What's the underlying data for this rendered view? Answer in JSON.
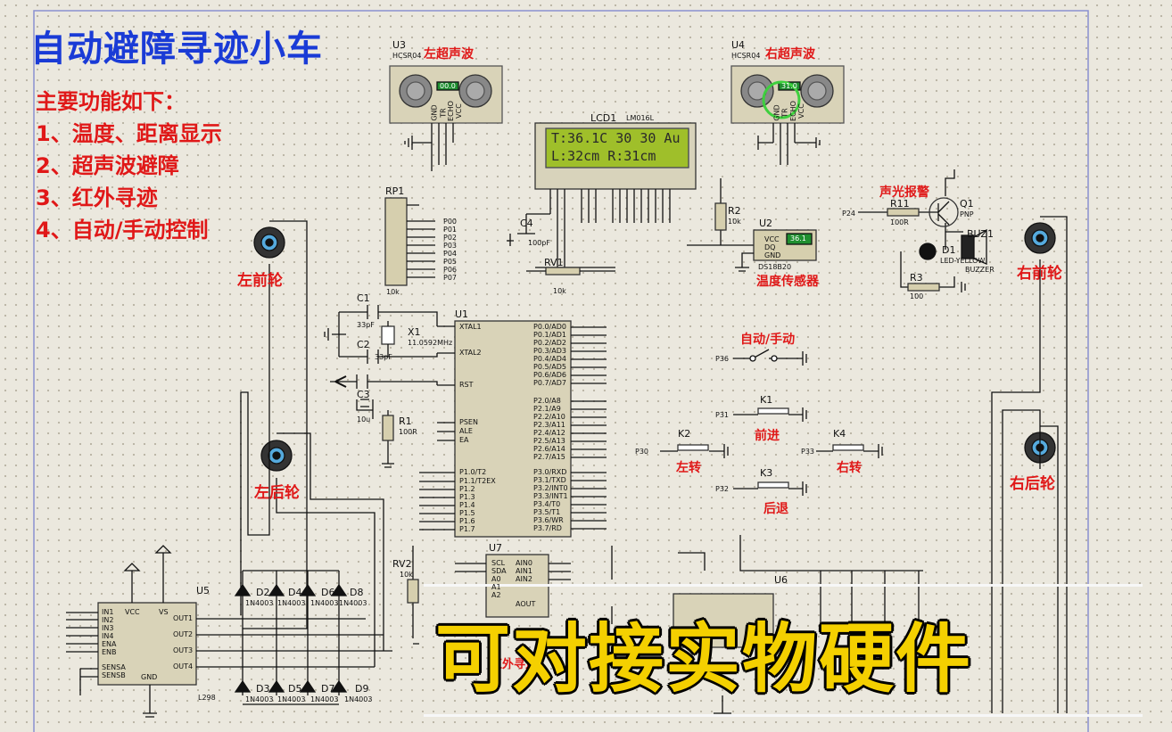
{
  "title": "自动避障寻迹小车",
  "features": {
    "heading": "主要功能如下：",
    "items": [
      "1、温度、距离显示",
      "2、超声波避障",
      "3、红外寻迹",
      "4、自动/手动控制"
    ]
  },
  "components": {
    "u3": {
      "ref": "U3",
      "part": "HCSR04",
      "label": "左超声波",
      "pins": [
        "GND",
        "TR",
        "ECHO",
        "VCC"
      ],
      "display": "00.0"
    },
    "u4": {
      "ref": "U4",
      "part": "HCSR04",
      "label": "右超声波",
      "pins": [
        "GND",
        "TR",
        "ECHO",
        "VCC"
      ],
      "display": "31.0"
    },
    "lcd": {
      "ref": "LCD1",
      "part": "LM016L",
      "line1": "T:36.1C 30 30 Au",
      "line2": "L:32cm R:31cm"
    },
    "rp1": {
      "ref": "RP1",
      "value": "10k",
      "nets": [
        "P00",
        "P01",
        "P02",
        "P03",
        "P04",
        "P05",
        "P06",
        "P07"
      ]
    },
    "c4": {
      "ref": "C4",
      "value": "100pF"
    },
    "rv1": {
      "ref": "RV1",
      "value": "10k"
    },
    "r2": {
      "ref": "R2",
      "value": "10k"
    },
    "u2": {
      "ref": "U2",
      "part": "DS18B20",
      "label": "温度传感器",
      "pins": [
        "VCC",
        "DQ",
        "GND"
      ],
      "display": "36.1"
    },
    "alarm": {
      "label": "声光报警",
      "r11": "R11",
      "r11_val": "100R",
      "q1": "Q1",
      "q1_type": "PNP",
      "buz": "BUZ1",
      "buz_type": "BUZZER",
      "d1": "D1",
      "d1_type": "LED-YELLOW",
      "r3": "R3",
      "r3_val": "100",
      "net": "P24"
    },
    "u1": {
      "ref": "U1",
      "left_pins": [
        "XTAL1",
        "XTAL2",
        "RST",
        "PSEN",
        "ALE",
        "EA",
        "P1.0/T2",
        "P1.1/T2EX",
        "P1.2",
        "P1.3",
        "P1.4",
        "P1.5",
        "P1.6",
        "P1.7"
      ],
      "p0": [
        "P0.0/AD0",
        "P0.1/AD1",
        "P0.2/AD2",
        "P0.3/AD3",
        "P0.4/AD4",
        "P0.5/AD5",
        "P0.6/AD6",
        "P0.7/AD7"
      ],
      "p2": [
        "P2.0/A8",
        "P2.1/A9",
        "P2.2/A10",
        "P2.3/A11",
        "P2.4/A12",
        "P2.5/A13",
        "P2.6/A14",
        "P2.7/A15"
      ],
      "p3": [
        "P3.0/RXD",
        "P3.1/TXD",
        "P3.2/INT0",
        "P3.3/INT1",
        "P3.4/T0",
        "P3.5/T1",
        "P3.6/WR",
        "P3.7/RD"
      ]
    },
    "c1": {
      "ref": "C1",
      "value": "33pF"
    },
    "c2": {
      "ref": "C2",
      "value": "33pF"
    },
    "x1": {
      "ref": "X1",
      "value": "11.0592MHz"
    },
    "c3": {
      "ref": "C3",
      "value": "10u"
    },
    "r1": {
      "ref": "R1",
      "value": "100R"
    },
    "switches": {
      "auto": "自动/手动",
      "k1": "K1",
      "k1_label": "前进",
      "k2": "K2",
      "k2_label": "左转",
      "k3": "K3",
      "k3_label": "后退",
      "k4": "K4",
      "k4_label": "右转",
      "nets": {
        "auto": "P36",
        "k1": "P31",
        "k2": "P30",
        "k3": "P32",
        "k4": "P33"
      }
    },
    "wheels": {
      "lf": "左前轮",
      "lb": "左后轮",
      "rf": "右前轮",
      "rb": "右后轮"
    },
    "u5": {
      "ref": "U5",
      "part": "L298",
      "pins_l": [
        "IN1",
        "IN2",
        "IN3",
        "IN4",
        "ENA",
        "ENB",
        "SENSA",
        "SENSB"
      ],
      "pins_r": [
        "OUT1",
        "OUT2",
        "OUT3",
        "OUT4"
      ],
      "vcc": "VCC",
      "vs": "VS",
      "gnd": "GND"
    },
    "diodes": [
      "D2",
      "D4",
      "D6",
      "D8",
      "D3",
      "D5",
      "D7",
      "D9"
    ],
    "diode_part": "1N4003",
    "u7": {
      "ref": "U7",
      "label": "红外寻迹",
      "pins": [
        "SCL",
        "SDA",
        "A0",
        "A1",
        "A2",
        "AIN0",
        "AIN1",
        "AIN2",
        "AOUT"
      ]
    },
    "rv2": {
      "ref": "RV2",
      "value": "10k"
    },
    "u6": {
      "ref": "U6"
    }
  },
  "overlay": "可对接实物硬件"
}
